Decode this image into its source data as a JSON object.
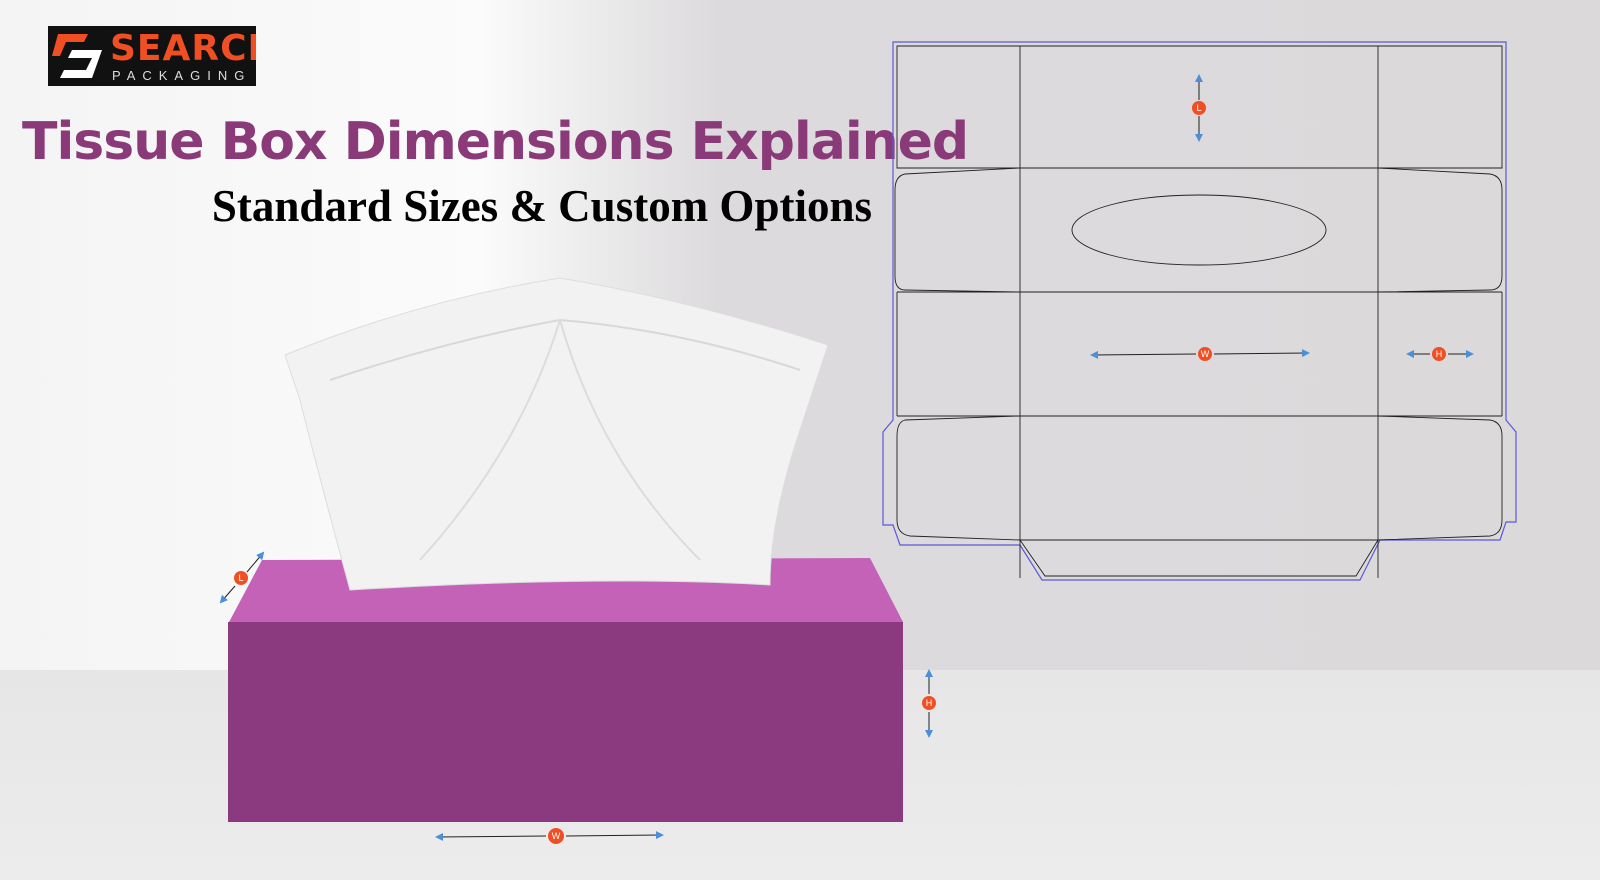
{
  "logo": {
    "word": "SEARCH",
    "sub": "PACKAGING"
  },
  "title": "Tissue Box Dimensions Explained",
  "subtitle": "Standard Sizes & Custom Options",
  "dimension_labels": {
    "length": "L",
    "width": "W",
    "height": "H"
  },
  "colors": {
    "title": "#8a3a78",
    "box_front": "#8b3a80",
    "box_top": "#c462b8",
    "marker": "#f04e23",
    "arrow": "#4a8fd8",
    "dieline_outer": "#5a5ad8"
  }
}
